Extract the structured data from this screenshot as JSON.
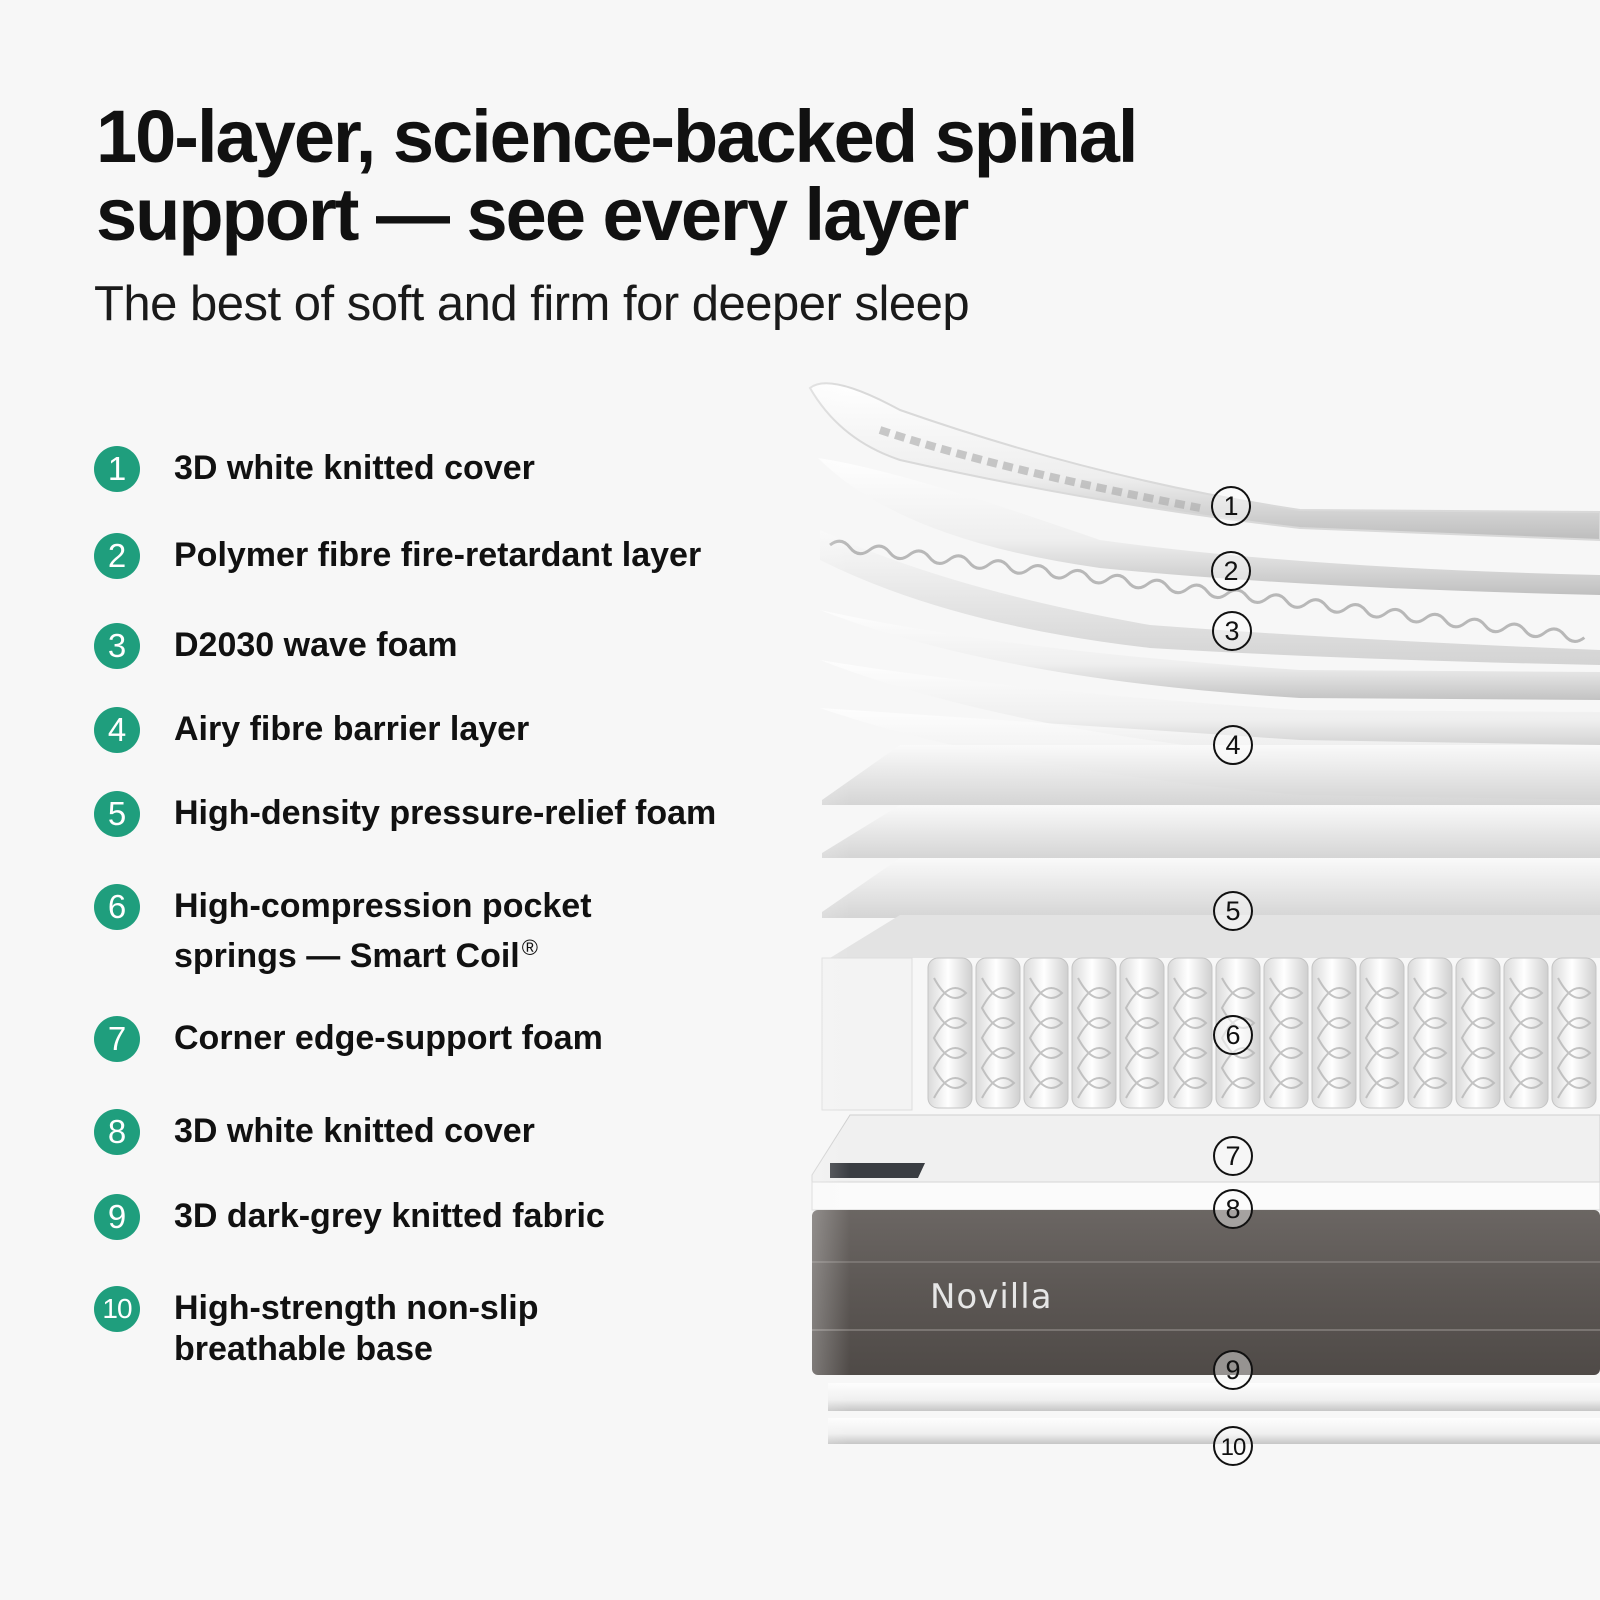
{
  "header": {
    "title_line1": "10-layer, science-backed spinal",
    "title_line2": "support — see every layer",
    "subtitle": "The best of soft and firm for deeper sleep"
  },
  "layers": [
    {
      "number": "1",
      "label": "3D white knitted cover"
    },
    {
      "number": "2",
      "label": "Polymer fibre fire-retardant layer"
    },
    {
      "number": "3",
      "label": "D2030 wave foam"
    },
    {
      "number": "4",
      "label": "Airy fibre barrier layer"
    },
    {
      "number": "5",
      "label": "High-density pressure-relief foam"
    },
    {
      "number": "6",
      "label_line1": "High-compression pocket",
      "label_line2": "springs — Smart Coil",
      "mark": "®"
    },
    {
      "number": "7",
      "label": "Corner edge-support foam"
    },
    {
      "number": "8",
      "label": "3D white knitted cover"
    },
    {
      "number": "9",
      "label": "3D dark-grey knitted fabric"
    },
    {
      "number": "10",
      "label_line1": "High-strength non-slip",
      "label_line2": "breathable base"
    }
  ],
  "diagram": {
    "brand": "Novilla",
    "callouts": [
      "1",
      "2",
      "3",
      "4",
      "5",
      "6",
      "7",
      "8",
      "9",
      "10"
    ]
  },
  "colors": {
    "accent": "#1f9e7d",
    "background": "#f7f7f7",
    "fabric_dark_grey": "#5f5a57"
  }
}
